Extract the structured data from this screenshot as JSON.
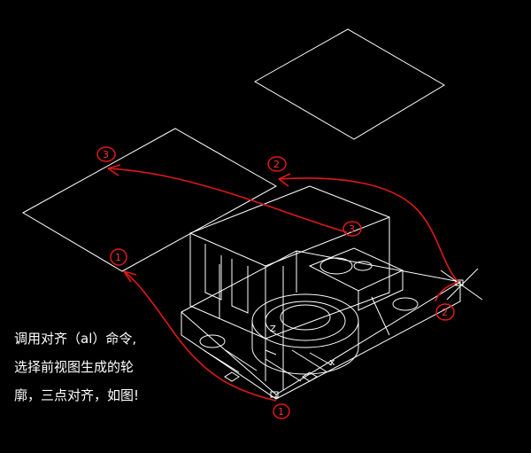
{
  "instructions": {
    "line1": "调用对齐（al）命令,",
    "line2": "选择前视图生成的轮",
    "line3": "廓，三点对齐，如图!"
  },
  "markers": {
    "dest_1": "1",
    "dest_2": "2",
    "dest_3": "3",
    "src_1": "1",
    "src_2": "2",
    "src_3": "3"
  },
  "colors": {
    "background": "#000000",
    "linework": "#ffffff",
    "annotation": "#e01818"
  }
}
